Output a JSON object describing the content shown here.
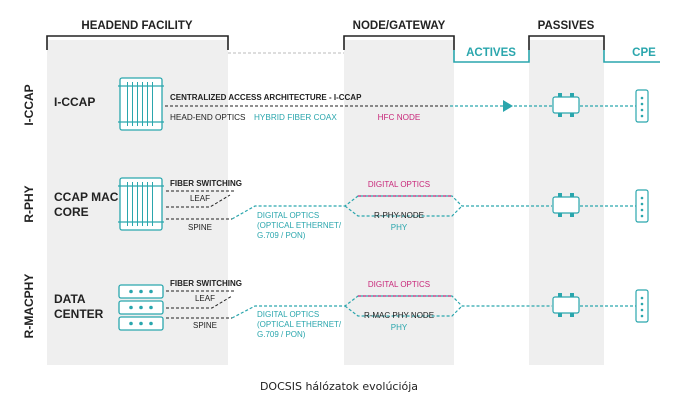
{
  "columns": {
    "headend": "HEADEND FACILITY",
    "node": "NODE/GATEWAY",
    "actives": "ACTIVES",
    "passives": "PASSIVES",
    "cpe": "CPE"
  },
  "rows": {
    "iccap": {
      "side": "I-CCAP",
      "name": "I-CCAP",
      "arch": "CENTRALIZED ACCESS ARCHITECTURE - I-CCAP",
      "optics": "HEAD-END OPTICS",
      "coax": "HYBRID FIBER COAX",
      "node": "HFC NODE"
    },
    "rphy": {
      "side": "R-PHY",
      "name1": "CCAP MAC",
      "name2": "CORE",
      "switching": "FIBER SWITCHING",
      "leaf": "LEAF",
      "spine": "SPINE",
      "dig1": "DIGITAL OPTICS",
      "dig2": "(OPTICAL ETHERNET/",
      "dig3": "G.709 / PON)",
      "node_top": "DIGITAL OPTICS",
      "node": "R-PHY-NODE",
      "node_bottom": "PHY"
    },
    "rmacphy": {
      "side": "R-MACPHY",
      "name1": "DATA",
      "name2": "CENTER",
      "switching": "FIBER SWITCHING",
      "leaf": "LEAF",
      "spine": "SPINE",
      "dig1": "DIGITAL OPTICS",
      "dig2": "(OPTICAL ETHERNET/",
      "dig3": "G.709 / PON)",
      "node_top": "DIGITAL OPTICS",
      "node": "R-MAC PHY NODE",
      "node_bottom": "PHY"
    }
  },
  "caption": "DOCSIS hálózatok evolúciója",
  "colors": {
    "teal": "#2aa6ad",
    "magenta": "#c8287a",
    "dark": "#222222",
    "panel": "#efefef"
  }
}
